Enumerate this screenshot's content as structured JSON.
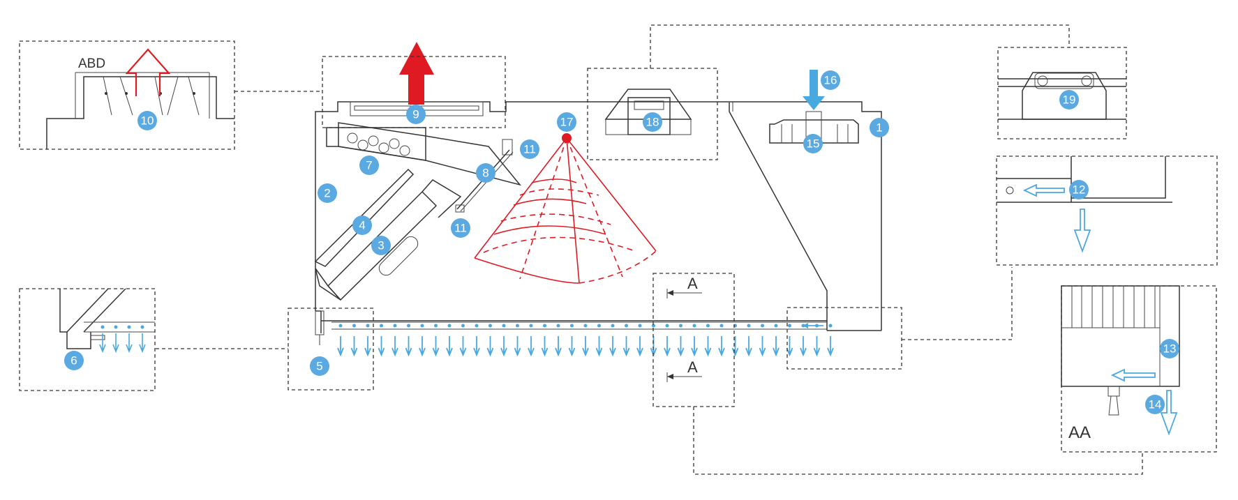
{
  "colors": {
    "callout": "#5aa9e0",
    "extract": "#e01a22",
    "supply": "#4aa8e0",
    "line": "#333333"
  },
  "labels": {
    "abd": "ABD",
    "section_a": "A",
    "section_aa": "AA"
  },
  "callouts": [
    "1",
    "2",
    "3",
    "4",
    "5",
    "6",
    "7",
    "8",
    "9",
    "10",
    "11",
    "11",
    "12",
    "13",
    "14",
    "15",
    "16",
    "17",
    "18",
    "19"
  ]
}
